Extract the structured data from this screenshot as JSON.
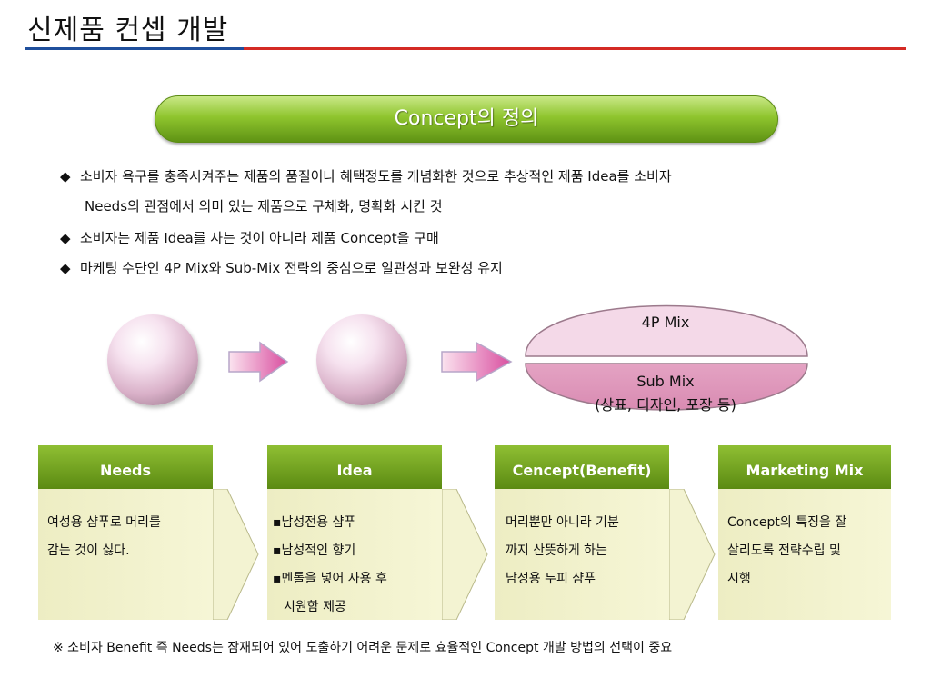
{
  "title": "신제품 컨셉 개발",
  "concept_title": "Concept의 정의",
  "bullets": {
    "b1_line1": "소비자 욕구를 충족시켜주는 제품의 품질이나 혜택정도를 개념화한 것으로 추상적인 제품 Idea를 소비자",
    "b1_line2": "Needs의 관점에서 의미 있는 제품으로 구체화, 명확화 시킨 것",
    "b2": "소비자는 제품 Idea를 사는 것이 아니라 제품 Concept을 구매",
    "b3": "마케팅 수단인 4P Mix와 Sub-Mix 전략의 중심으로 일관성과 보완성 유지"
  },
  "mix": {
    "top": "4P Mix",
    "bottom_line1": "Sub Mix",
    "bottom_line2": "(상표, 디자인, 포장 등)"
  },
  "boxes": [
    {
      "title": "Needs",
      "lines": [
        "여성용 샴푸로 머리를",
        "감는 것이 싫다."
      ]
    },
    {
      "title": "Idea",
      "lines": [
        "▪남성전용 샴푸",
        "▪남성적인 향기",
        "▪멘톨을 넣어 사용 후",
        "시원함 제공"
      ]
    },
    {
      "title": "Cencept(Benefit)",
      "lines": [
        "머리뿐만 아니라 기분",
        "까지 산뜻하게 하는",
        "남성용 두피 샴푸"
      ]
    },
    {
      "title": "Marketing Mix",
      "lines": [
        "Concept의 특징을 잘",
        "살리도록 전략수립 및",
        "시행"
      ]
    }
  ],
  "note": "※ 소비자 Benefit 즉 Needs는 잠재되어 있어 도출하기 어려운 문제로 효율적인 Concept 개발 방법의 선택이 중요",
  "colors": {
    "accent_green": "#6f9f1f",
    "rule_blue": "#1f4f9c",
    "rule_red": "#d42a24",
    "pink": "#e6a9c8"
  }
}
